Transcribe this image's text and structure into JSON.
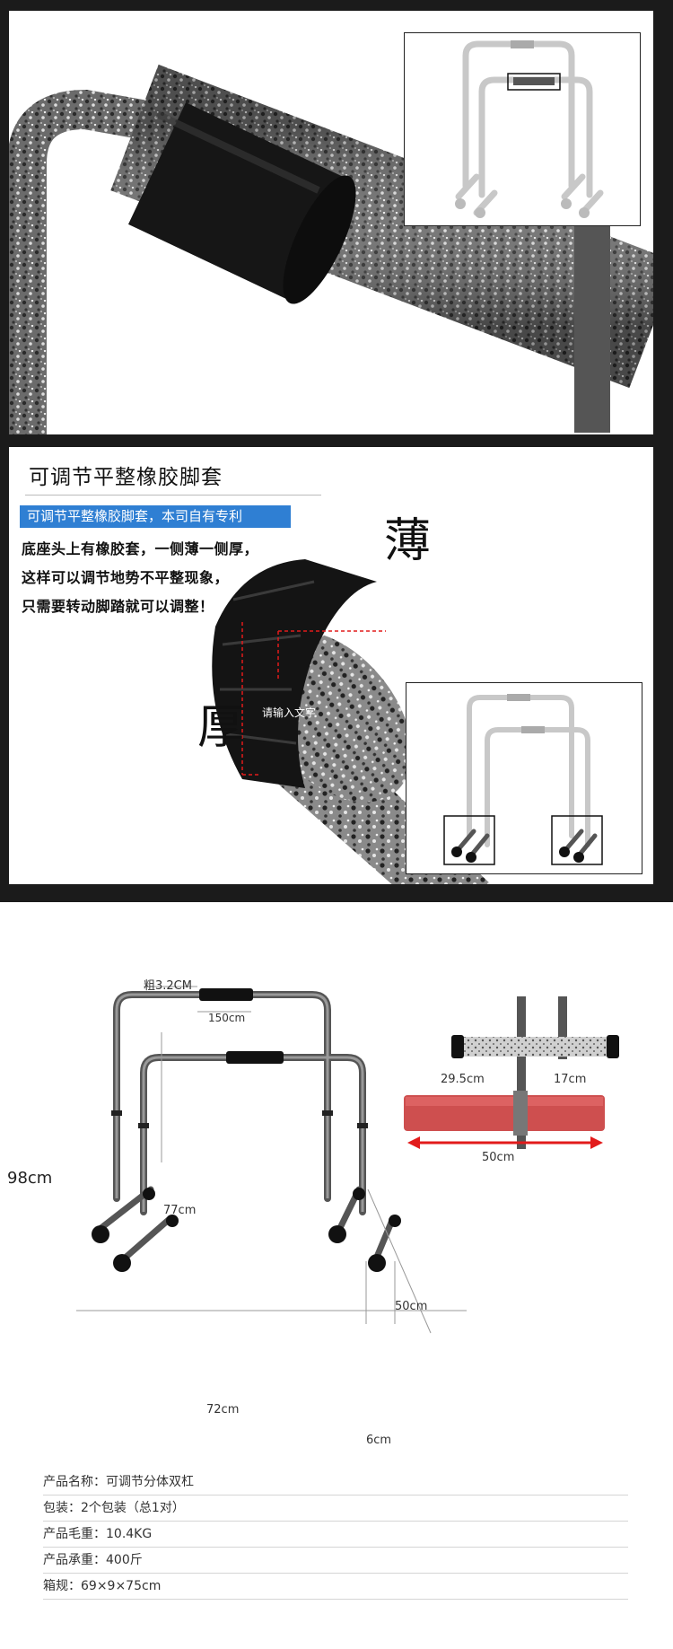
{
  "feature": {
    "title": "可调节平整橡胶脚套",
    "tag": "可调节平整橡胶脚套，本司自有专利",
    "desc_lines": [
      "底座头上有橡胶套，一侧薄一侧厚，",
      "这样可以调节地势不平整现象，",
      "只需要转动脚踏就可以调整！"
    ],
    "label_thin": "薄",
    "label_thick": "厚",
    "watermark": "请输入文字"
  },
  "diagram": {
    "diameter": "粗3.2CM",
    "grip_len": "150cm",
    "total_height": "98cm",
    "low_height": "77cm",
    "depth": "50cm",
    "width": "72cm",
    "foot_width": "6cm",
    "base_left": "29.5cm",
    "base_right": "17cm",
    "base_total": "50cm"
  },
  "specs": [
    "产品名称：可调节分体双杠",
    "包装：2个包装（总1对）",
    "产品毛重：10.4KG",
    "产品承重：400斤",
    "箱规：69×9×75cm"
  ],
  "colors": {
    "accent": "#2f7fd3",
    "marker": "#e21b1b",
    "frame": "#1b1b1b"
  }
}
